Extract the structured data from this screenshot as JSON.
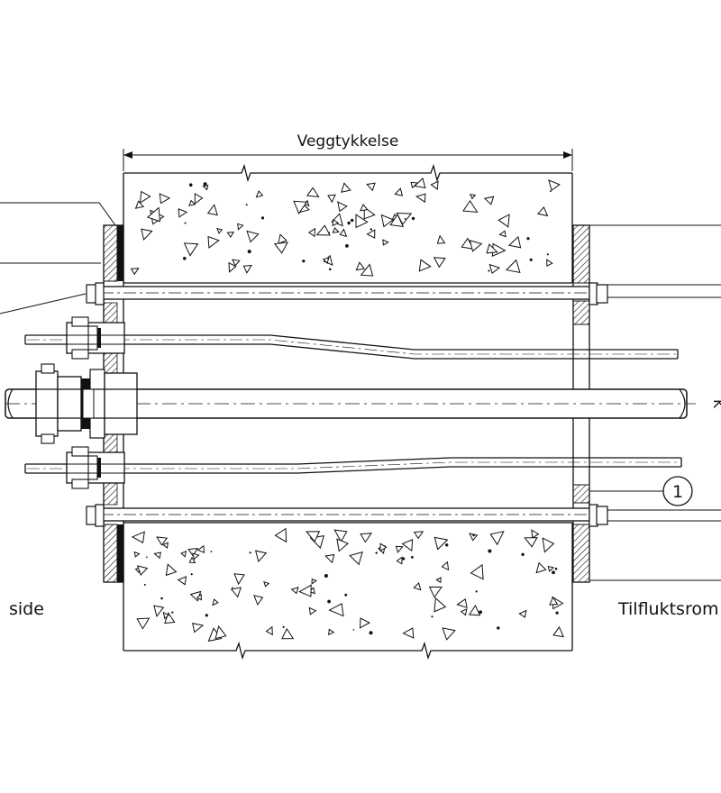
{
  "labels": {
    "wall_thickness": "Veggtykkelse",
    "left_side": "side",
    "right_side": "Tilfluktsrom",
    "callout_number": "1",
    "edge_letter": "K"
  },
  "colors": {
    "line": "#111111",
    "background": "#ffffff"
  }
}
